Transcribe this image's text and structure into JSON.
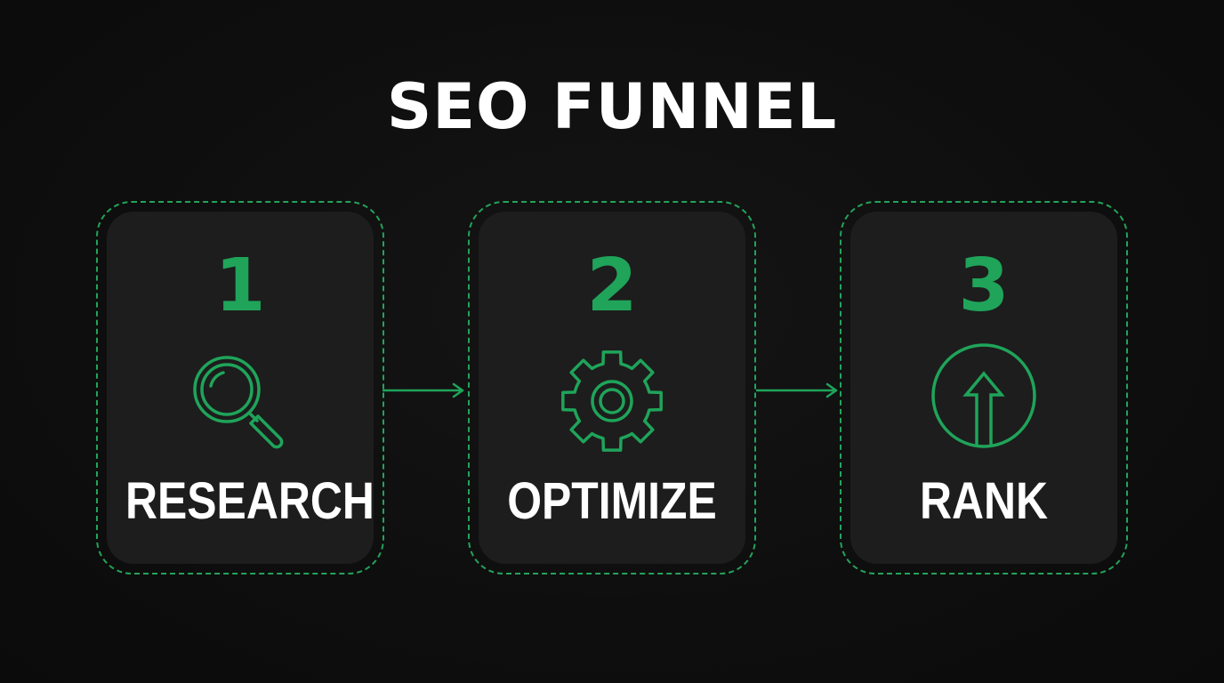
{
  "title": "SEO FUNNEL",
  "colors": {
    "accent": "#1fa45a",
    "background": "#0f0f0f",
    "card": "#1d1d1d",
    "text": "#ffffff"
  },
  "steps": [
    {
      "number": "1",
      "label": "RESEARCH",
      "icon": "magnifying-glass-icon"
    },
    {
      "number": "2",
      "label": "OPTIMIZE",
      "icon": "gear-icon"
    },
    {
      "number": "3",
      "label": "RANK",
      "icon": "up-arrow-circle-icon"
    }
  ]
}
